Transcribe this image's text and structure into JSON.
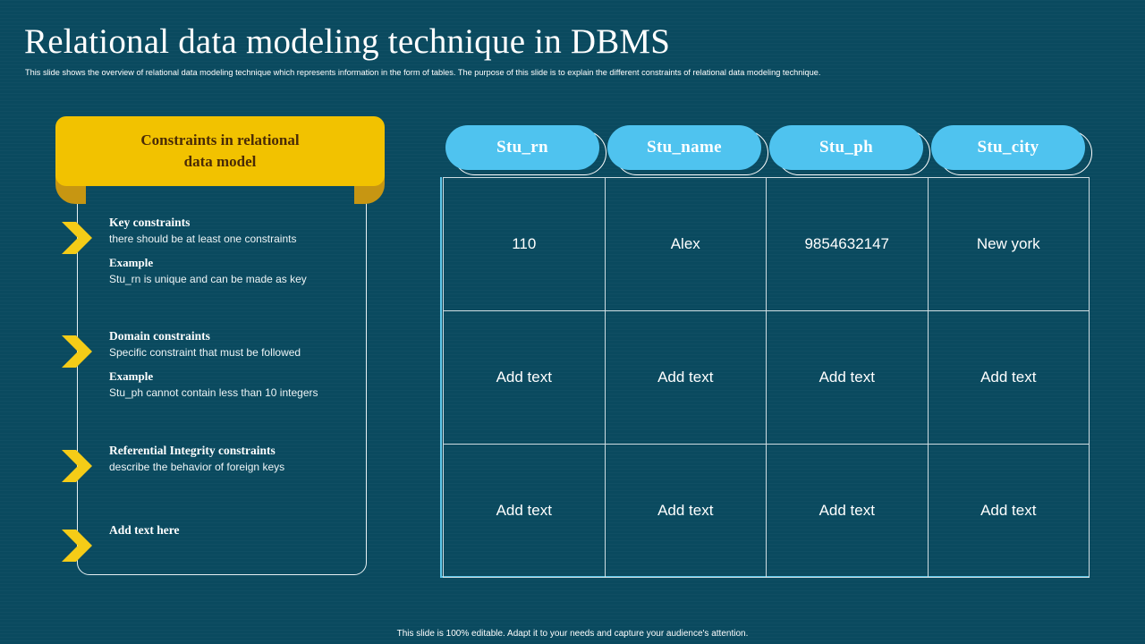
{
  "header": {
    "title": "Relational data modeling technique in DBMS",
    "subtitle": "This slide shows the overview of relational data modeling  technique which represents information in the  form of tables. The purpose of this slide is to explain the different constraints of relational data modeling  technique."
  },
  "colors": {
    "background": "#0a4a5f",
    "ribbon_yellow": "#f2c200",
    "ribbon_tail_yellow": "#c79612",
    "chevron_yellow": "#f5cc17",
    "pill_blue": "#4fc3ef",
    "grid_line": "#cfdde2",
    "grid_accent": "#5ec6e8",
    "text_white": "#ffffff",
    "ribbon_text": "#4a2b06"
  },
  "left_panel": {
    "ribbon_title_line1": "Constraints in relational",
    "ribbon_title_line2": "data model",
    "example_label": "Example",
    "items": [
      {
        "heading": "Key constraints",
        "description": "there should be at least one constraints",
        "example_label": "Example",
        "example_text": "Stu_rn is unique and can be made as key",
        "icon": "chevron-right-icon"
      },
      {
        "heading": "Domain  constraints",
        "description": "Specific constraint that must be followed",
        "example_label": "Example",
        "example_text": "Stu_ph cannot contain less than  10 integers",
        "icon": "chevron-right-icon"
      },
      {
        "heading": "Referential Integrity  constraints",
        "description": "describe  the  behavior  of foreign  keys",
        "example_label": "",
        "example_text": "",
        "icon": "chevron-right-icon"
      },
      {
        "heading": "Add  text here",
        "description": "",
        "example_label": "",
        "example_text": "",
        "icon": "chevron-right-icon"
      }
    ]
  },
  "table": {
    "columns": [
      "Stu_rn",
      "Stu_name",
      "Stu_ph",
      "Stu_city"
    ],
    "rows": [
      [
        "110",
        "Alex",
        "9854632147",
        "New york"
      ],
      [
        "Add text",
        "Add text",
        "Add text",
        "Add text"
      ],
      [
        "Add text",
        "Add text",
        "Add text",
        "Add text"
      ]
    ]
  },
  "footer": {
    "note": "This slide is 100% editable.  Adapt it to your needs and capture your audience's attention."
  }
}
